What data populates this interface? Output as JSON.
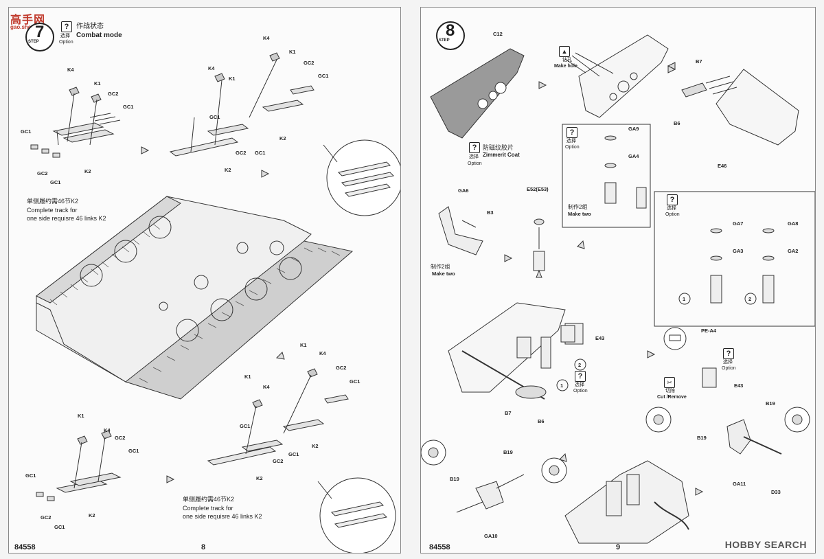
{
  "watermark": {
    "site_text": "高手网",
    "site_url": "gao.shou.com",
    "bottom_brand": "HOBBY SEARCH"
  },
  "left_page": {
    "step_label": "STEP",
    "step_number": "7",
    "option_cn": "选择",
    "option_en": "Option",
    "mode_cn": "作战状态",
    "mode_en": "Combat mode",
    "note_cn_1": "单侧履约需46节K2",
    "note_en_1a": "Complete track for",
    "note_en_1b": "one side requisre 46 links K2",
    "note_cn_2": "单侧履约需46节K2",
    "note_en_2a": "Complete track for",
    "note_en_2b": "one side requisre 46 links K2",
    "labels": {
      "k4": "K4",
      "k1": "K1",
      "gc2": "GC2",
      "gc1": "GC1",
      "k2": "K2"
    },
    "product_code": "84558",
    "page_number": "8"
  },
  "right_page": {
    "step_label": "STEP",
    "step_number": "8",
    "parts": {
      "c12": "C12",
      "b7": "B7",
      "b6": "B6",
      "e46": "E46",
      "ga9": "GA9",
      "ga4": "GA4",
      "ga6": "GA6",
      "b3": "B3",
      "e52": "E52(E53)",
      "ga7": "GA7",
      "ga8": "GA8",
      "ga3": "GA3",
      "ga2": "GA2",
      "e43": "E43",
      "pe_a4": "PE-A4",
      "b19": "B19",
      "ga10": "GA10",
      "ga11": "GA11",
      "d33": "D33"
    },
    "zimmerit_cn": "防磁纹胶片",
    "zimmerit_en": "Zimmerit Coat",
    "option_cn": "选择",
    "option_en": "Option",
    "make_hole_cn": "钻孔",
    "make_hole_en": "Make hole",
    "make_two_cn": "制作2组",
    "make_two_en": "Make two",
    "cut_cn": "切除",
    "cut_en": "Cut /Remove",
    "circle_1": "1",
    "circle_2": "2",
    "product_code": "84558",
    "page_number": "9"
  },
  "colors": {
    "line": "#222222",
    "paper": "#fbfbfb",
    "brand_red": "#c0392b"
  }
}
